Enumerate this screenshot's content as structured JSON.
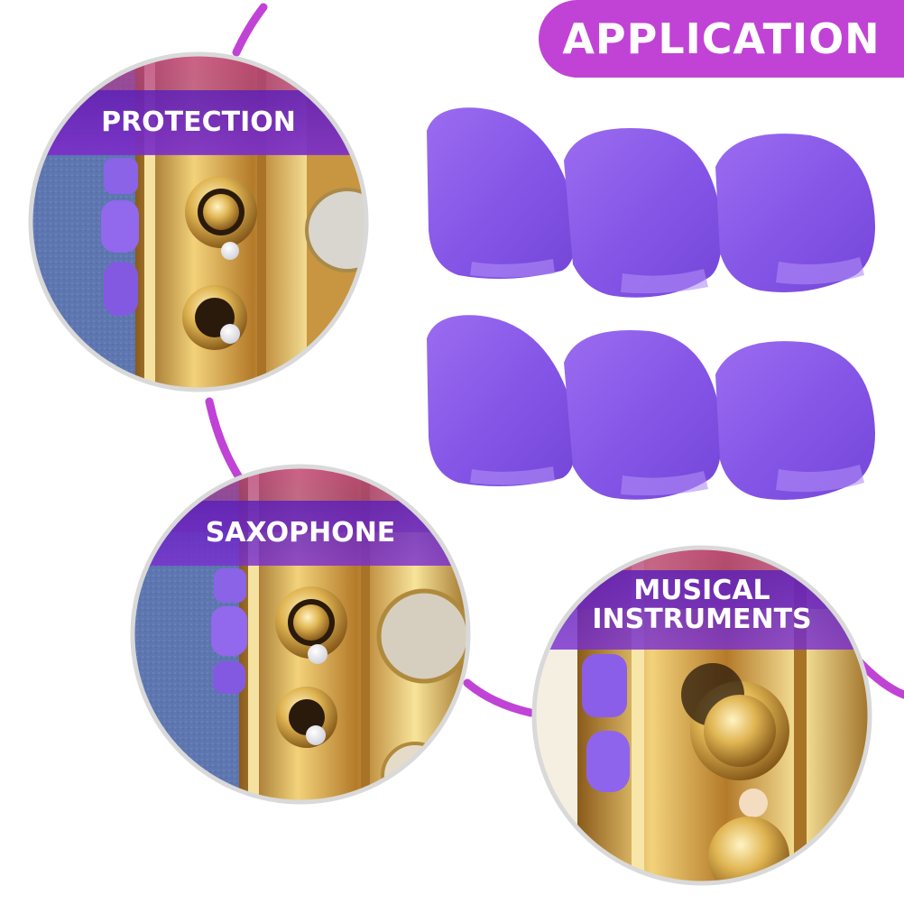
{
  "banner": {
    "title": "APPLICATION"
  },
  "circles": [
    {
      "label_lines": [
        "PROTECTION"
      ],
      "theme": "protection"
    },
    {
      "label_lines": [
        "SAXOPHONE"
      ],
      "theme": "saxophone"
    },
    {
      "label_lines": [
        "MUSICAL",
        "INSTRUMENTS"
      ],
      "theme": "musical-instruments"
    }
  ],
  "product": {
    "count": 6,
    "color": "#8a55e8"
  },
  "colors": {
    "accent": "#c043d6",
    "gold": "#d9a84a",
    "felt": "#5d74ad"
  }
}
